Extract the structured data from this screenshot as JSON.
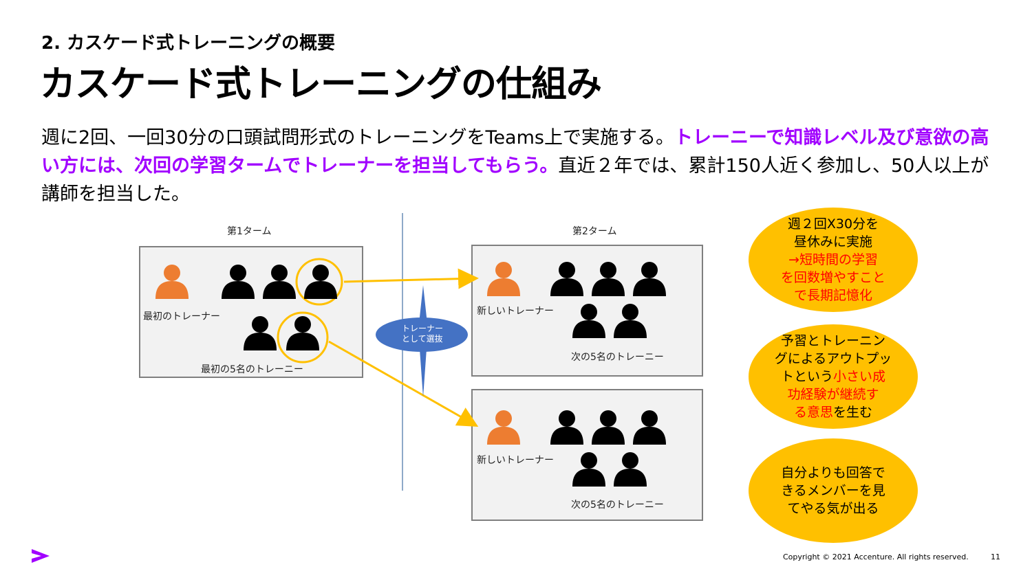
{
  "header": {
    "subtitle": "2. カスケード式トレーニングの概要",
    "title": "カスケード式トレーニングの仕組み"
  },
  "body": {
    "text1": "週に2回、一回30分の口頭試問形式のトレーニングをTeams上で実施する。",
    "highlight": "トレーニーで知識レベル及び意欲の高い方には、次回の学習タームでトレーナーを担当してもらう。",
    "text2": "直近２年では、累計150人近く参加し、50人以上が講師を担当した。"
  },
  "diagram": {
    "term1_label": "第1ターム",
    "term2_label": "第2ターム",
    "first_trainer": "最初のトレーナー",
    "first_trainees": "最初の5名のトレーニー",
    "select_label_line1": "トレーナー",
    "select_label_line2": "として選抜",
    "new_trainer": "新しいトレーナー",
    "next_trainees": "次の5名のトレーニー"
  },
  "bubbles": {
    "b1": {
      "l1": "週２回X30分を",
      "l2": "昼休みに実施",
      "l3": "→短時間の学習",
      "l4": "を回数増やすこと",
      "l5": "で長期記憶化"
    },
    "b2": {
      "l1": "予習とトレーニン",
      "l2": "グによるアウトプッ",
      "l3a": "トという",
      "l3b": "小さい成",
      "l4": "功経験が継続す",
      "l5a": "る意思",
      "l5b": "を生む"
    },
    "b3": {
      "l1": "自分よりも回答で",
      "l2": "きるメンバーを見",
      "l3": "てやる気が出る"
    }
  },
  "footer": {
    "copyright": "Copyright © 2021 Accenture. All rights reserved.",
    "page": "11"
  },
  "colors": {
    "accent": "#a100ff",
    "trainer": "#ed7d31",
    "trainee": "#000000",
    "highlight_circle": "#ffc000",
    "bubble": "#ffc000",
    "select_ellipse": "#4472c4"
  }
}
